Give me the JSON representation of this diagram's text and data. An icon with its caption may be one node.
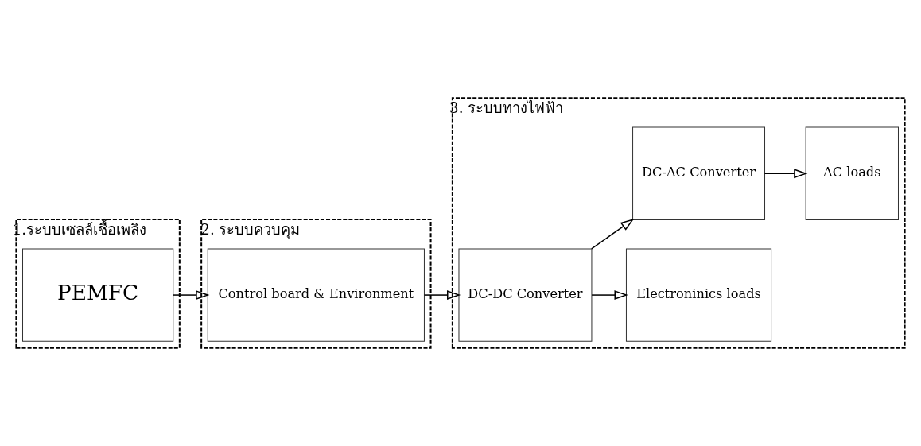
{
  "diagram": {
    "nodes": [
      {
        "text": [
          "1.ระบบเซลล์เชื้อเพลิง"
        ]
      },
      {
        "text": [
          "PEMFC"
        ],
        "in": 0
      },
      {
        "text": [
          "2. ระบบควบคุม"
        ]
      },
      {
        "text": [
          "Control board & Environment"
        ],
        "in": 2
      },
      {
        "text": [
          "3. ระบบทางไฟฟ้า"
        ]
      },
      {
        "text": [
          "DC-DC Converter"
        ],
        "in": 4
      },
      {
        "text": [
          "Electroninics loads"
        ],
        "in": 4
      },
      {
        "text": [
          "DC-AC Converter"
        ],
        "in": 4
      },
      {
        "text": [
          "AC loads"
        ],
        "in": 4
      }
    ],
    "edges": [
      {
        "from": 1,
        "to": 3,
        "arrow": "to"
      },
      {
        "from": 3,
        "to": 5,
        "arrow": "to"
      },
      {
        "from": 5,
        "to": 6,
        "arrow": "to"
      },
      {
        "from": 5,
        "to": 7,
        "arrow": "to"
      },
      {
        "from": 7,
        "to": 8,
        "arrow": "to"
      }
    ]
  }
}
